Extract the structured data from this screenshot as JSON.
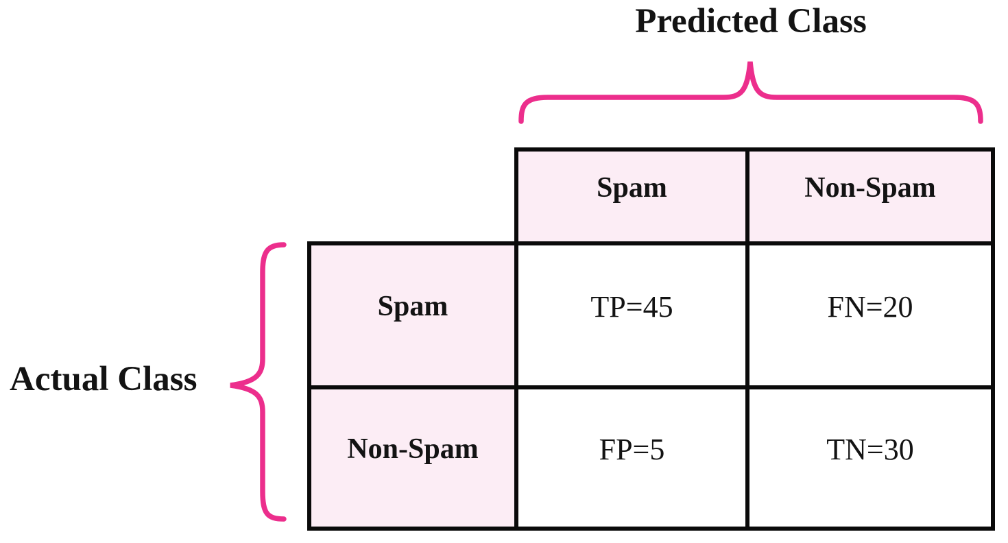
{
  "labels": {
    "predicted_class": "Predicted Class",
    "actual_class": "Actual Class"
  },
  "matrix": {
    "col_headers": [
      "Spam",
      "Non-Spam"
    ],
    "row_headers": [
      "Spam",
      "Non-Spam"
    ],
    "cells": [
      [
        "TP=45",
        "FN=20"
      ],
      [
        "FP=5",
        "TN=30"
      ]
    ]
  },
  "chart_data": {
    "type": "heatmap",
    "title": "",
    "x_axis_label": "Predicted Class",
    "y_axis_label": "Actual Class",
    "x_categories": [
      "Spam",
      "Non-Spam"
    ],
    "y_categories": [
      "Spam",
      "Non-Spam"
    ],
    "values": [
      [
        45,
        20
      ],
      [
        5,
        30
      ]
    ],
    "cell_labels": [
      [
        "TP=45",
        "FN=20"
      ],
      [
        "FP=5",
        "TN=30"
      ]
    ],
    "metrics": {
      "TP": 45,
      "FN": 20,
      "FP": 5,
      "TN": 30
    },
    "legend": "none",
    "grid": true
  },
  "colors": {
    "brace_pink": "#EC2E8C",
    "header_cell_bg": "#FCEDF5",
    "grid_border": "#0A0A0A",
    "text": "#131313",
    "background": "#FFFFFF"
  }
}
